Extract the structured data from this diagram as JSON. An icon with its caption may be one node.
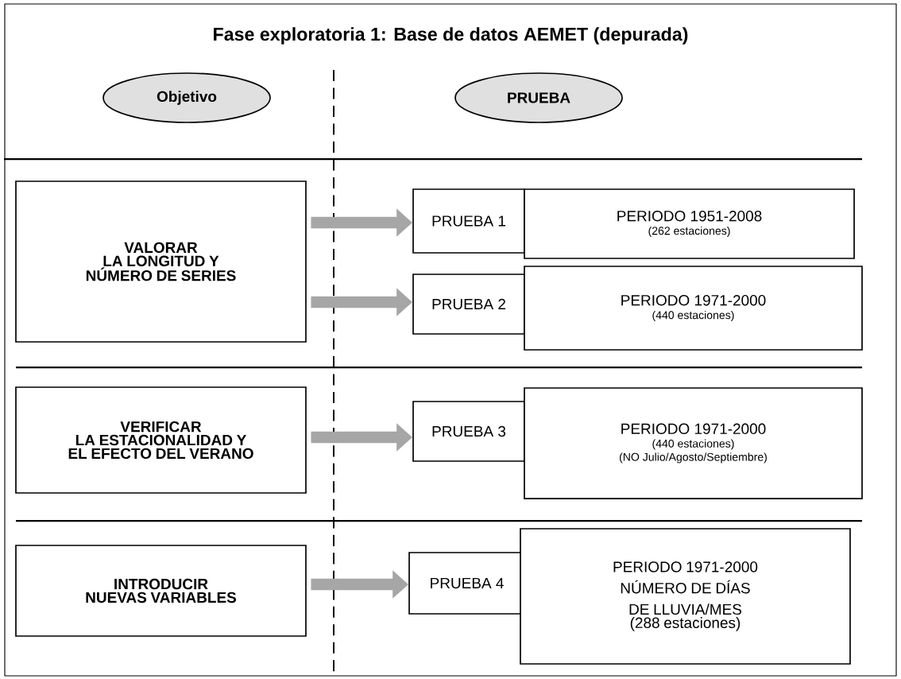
{
  "diagram": {
    "title": "Fase exploratoria 1: Base de datos AEMET (depurada)",
    "nodes": [
      {
        "text": [
          "Objetivo"
        ]
      },
      {
        "text": [
          "PRUEBA"
        ]
      },
      {
        "text": [
          "VALORAR",
          "LA LONGITUD Y NÚMERO DE SERIES"
        ]
      },
      {
        "text": [
          "PRUEBA 1"
        ]
      },
      {
        "text": [
          "PERIODO 1951-2008",
          "(262 estaciones)"
        ]
      },
      {
        "text": [
          "PRUEBA 2"
        ]
      },
      {
        "text": [
          "PERIODO 1971-2000",
          "(440 estaciones)"
        ]
      },
      {
        "text": [
          "VERIFICAR",
          "LA ESTACIONALIDAD Y EL EFECTO DEL VERANO"
        ]
      },
      {
        "text": [
          "PRUEBA 3"
        ]
      },
      {
        "text": [
          "PERIODO 1971-2000",
          "(440 estaciones)",
          "(NO Julio/Agosto/Septiembre)"
        ]
      },
      {
        "text": [
          "INTRODUCIR",
          "NUEVAS VARIABLES"
        ]
      },
      {
        "text": [
          "PRUEBA 4"
        ]
      },
      {
        "text": [
          "PERIODO 1971-2000",
          "NÚMERO DE DÍAS DE LLUVIA/MES",
          "(288 estaciones)"
        ]
      }
    ],
    "edges": [
      {
        "from": 2,
        "to": 3,
        "arrow": "to"
      },
      {
        "from": 2,
        "to": 5,
        "arrow": "to"
      },
      {
        "from": 7,
        "to": 8,
        "arrow": "to"
      },
      {
        "from": 10,
        "to": 11,
        "arrow": "to"
      }
    ]
  }
}
